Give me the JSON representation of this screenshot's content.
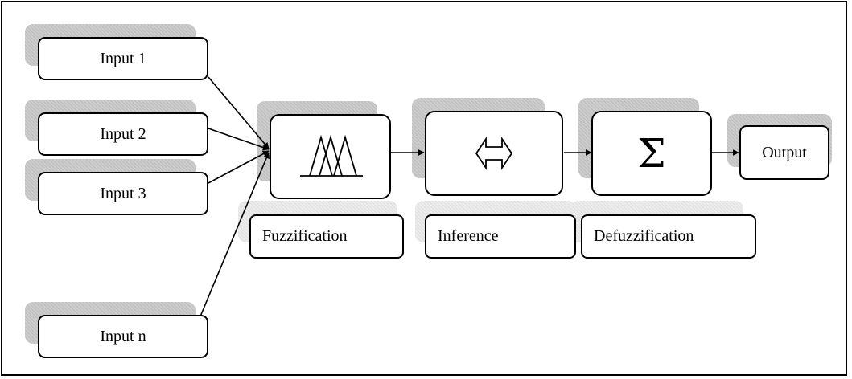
{
  "inputs": [
    {
      "label": "Input 1"
    },
    {
      "label": "Input 2"
    },
    {
      "label": "Input 3"
    },
    {
      "label": "Input n"
    }
  ],
  "stages": {
    "fuzzification": {
      "label": "Fuzzification",
      "icon": "membership-triangles-icon"
    },
    "inference": {
      "label": "Inference",
      "icon": "double-arrow-icon"
    },
    "defuzzification": {
      "label": "Defuzzification",
      "icon": "sigma-icon",
      "symbol": "Σ"
    }
  },
  "output": {
    "label": "Output"
  }
}
